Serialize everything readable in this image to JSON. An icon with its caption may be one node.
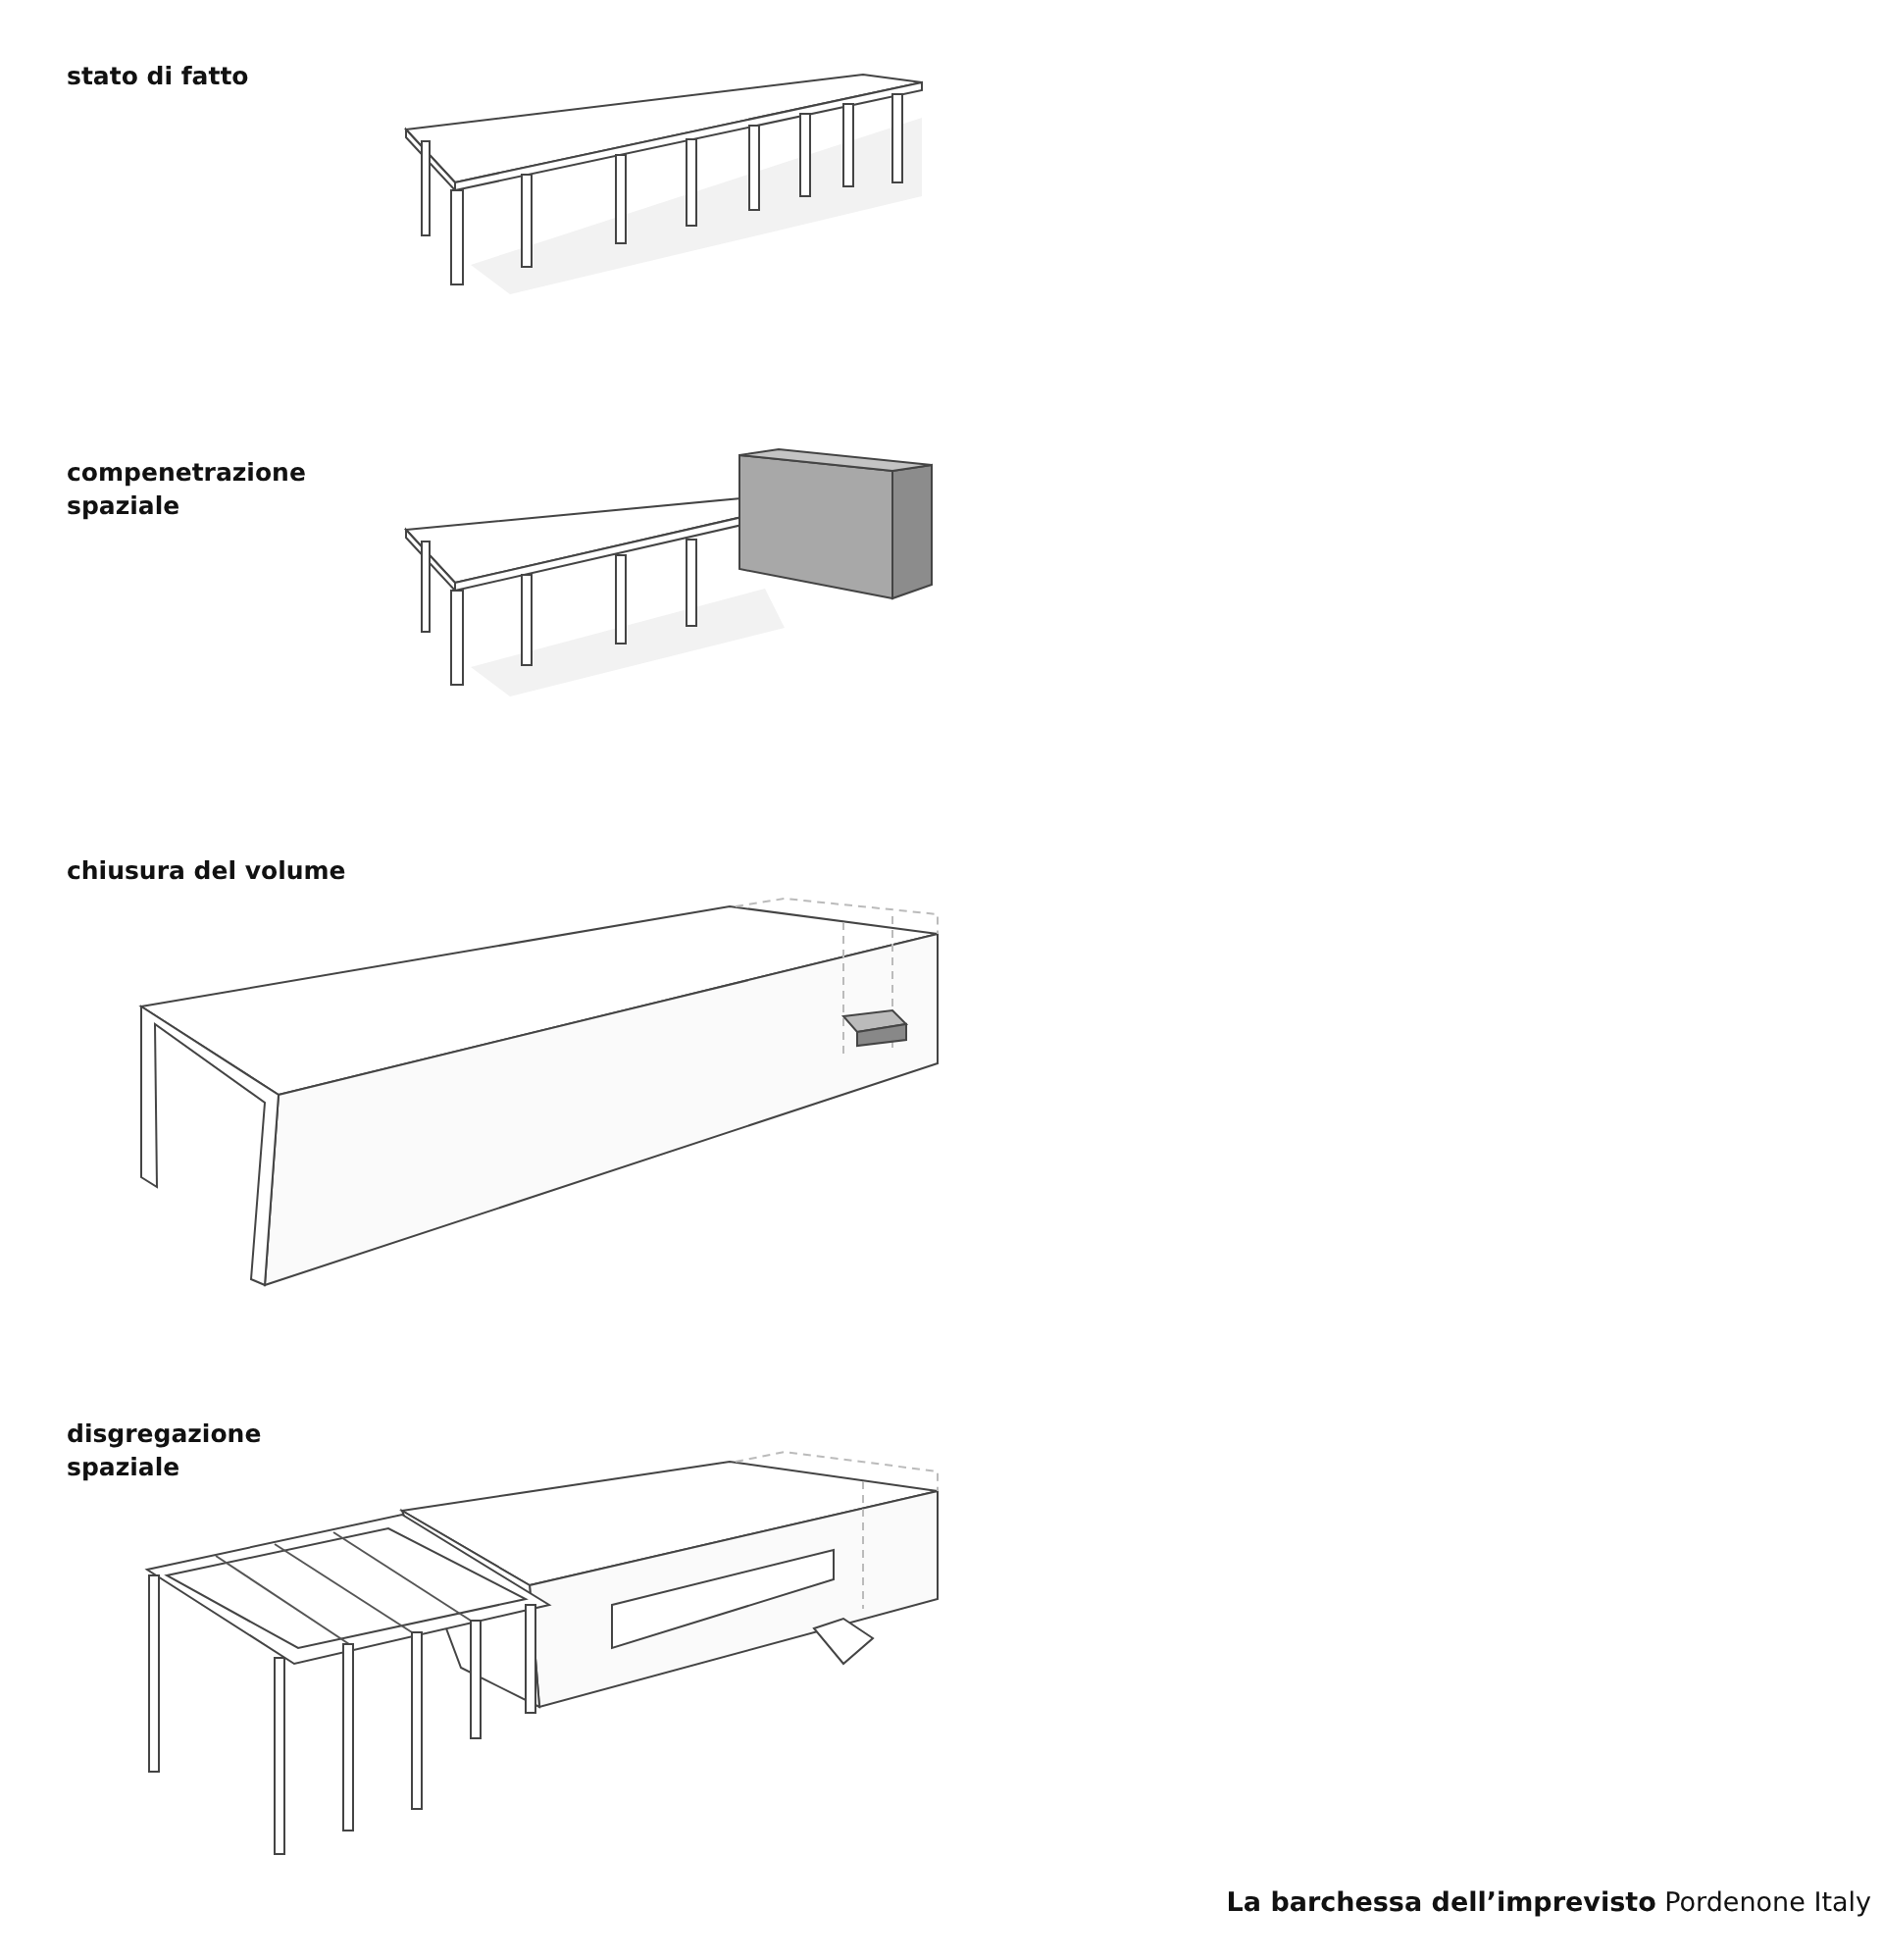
{
  "diagram": {
    "caption": "**La barchessa dell’imprevisto** Pordenone Italy",
    "labels": [
      "stato di fatto",
      "compenetrazione spaziale",
      "chiusura del volume",
      "disgregazione spaziale"
    ]
  }
}
